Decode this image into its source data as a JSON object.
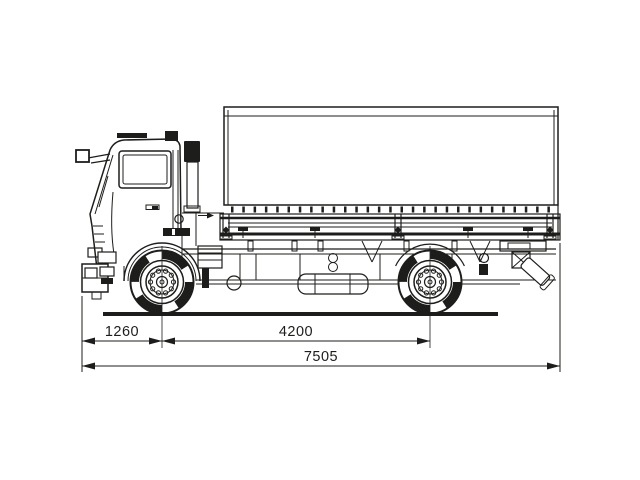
{
  "drawing": {
    "background_color": "#ffffff",
    "line_color": "#1d1d1b",
    "dimensions": {
      "front_overhang": "1260",
      "wheelbase": "4200",
      "overall_length": "7505"
    }
  }
}
